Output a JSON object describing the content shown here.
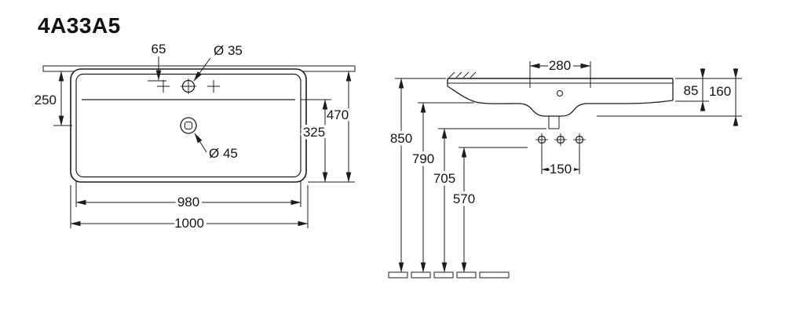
{
  "title": "4A33A5",
  "colors": {
    "ink": "#1c1c1c",
    "background": "#ffffff"
  },
  "plan_view": {
    "labels": {
      "tap_offset": "65",
      "tap_hole_diameter": "Ø 35",
      "rear_to_drain": "250",
      "overall_depth": "470",
      "bowl_to_front": "325",
      "drain_diameter": "Ø 45",
      "bowl_width": "980",
      "overall_width": "1000"
    }
  },
  "side_view": {
    "labels": {
      "tap_hole_spacing": "280",
      "rim_thickness": "85",
      "basin_height": "160",
      "height_rim_to_floor": "850",
      "height_underside": "790",
      "height_drain": "705",
      "height_fixing": "570",
      "fixing_hole_spacing": "150"
    }
  }
}
